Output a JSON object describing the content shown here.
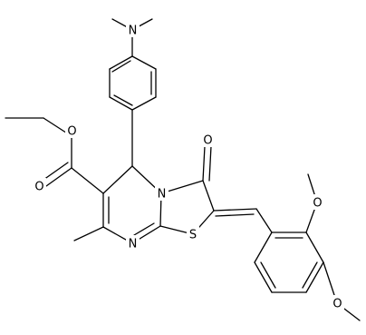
{
  "atoms": {
    "N_amine": "N",
    "N_ring": "N",
    "N_imine": "N",
    "S_ring": "S",
    "O_ketone": "O",
    "O_ester_carbonyl": "O",
    "O_ester_ether": "O",
    "O_methoxy_ortho": "O",
    "O_methoxy_para": "O"
  },
  "colors": {
    "bond": "#000000",
    "label": "#000000",
    "background": "#ffffff"
  }
}
